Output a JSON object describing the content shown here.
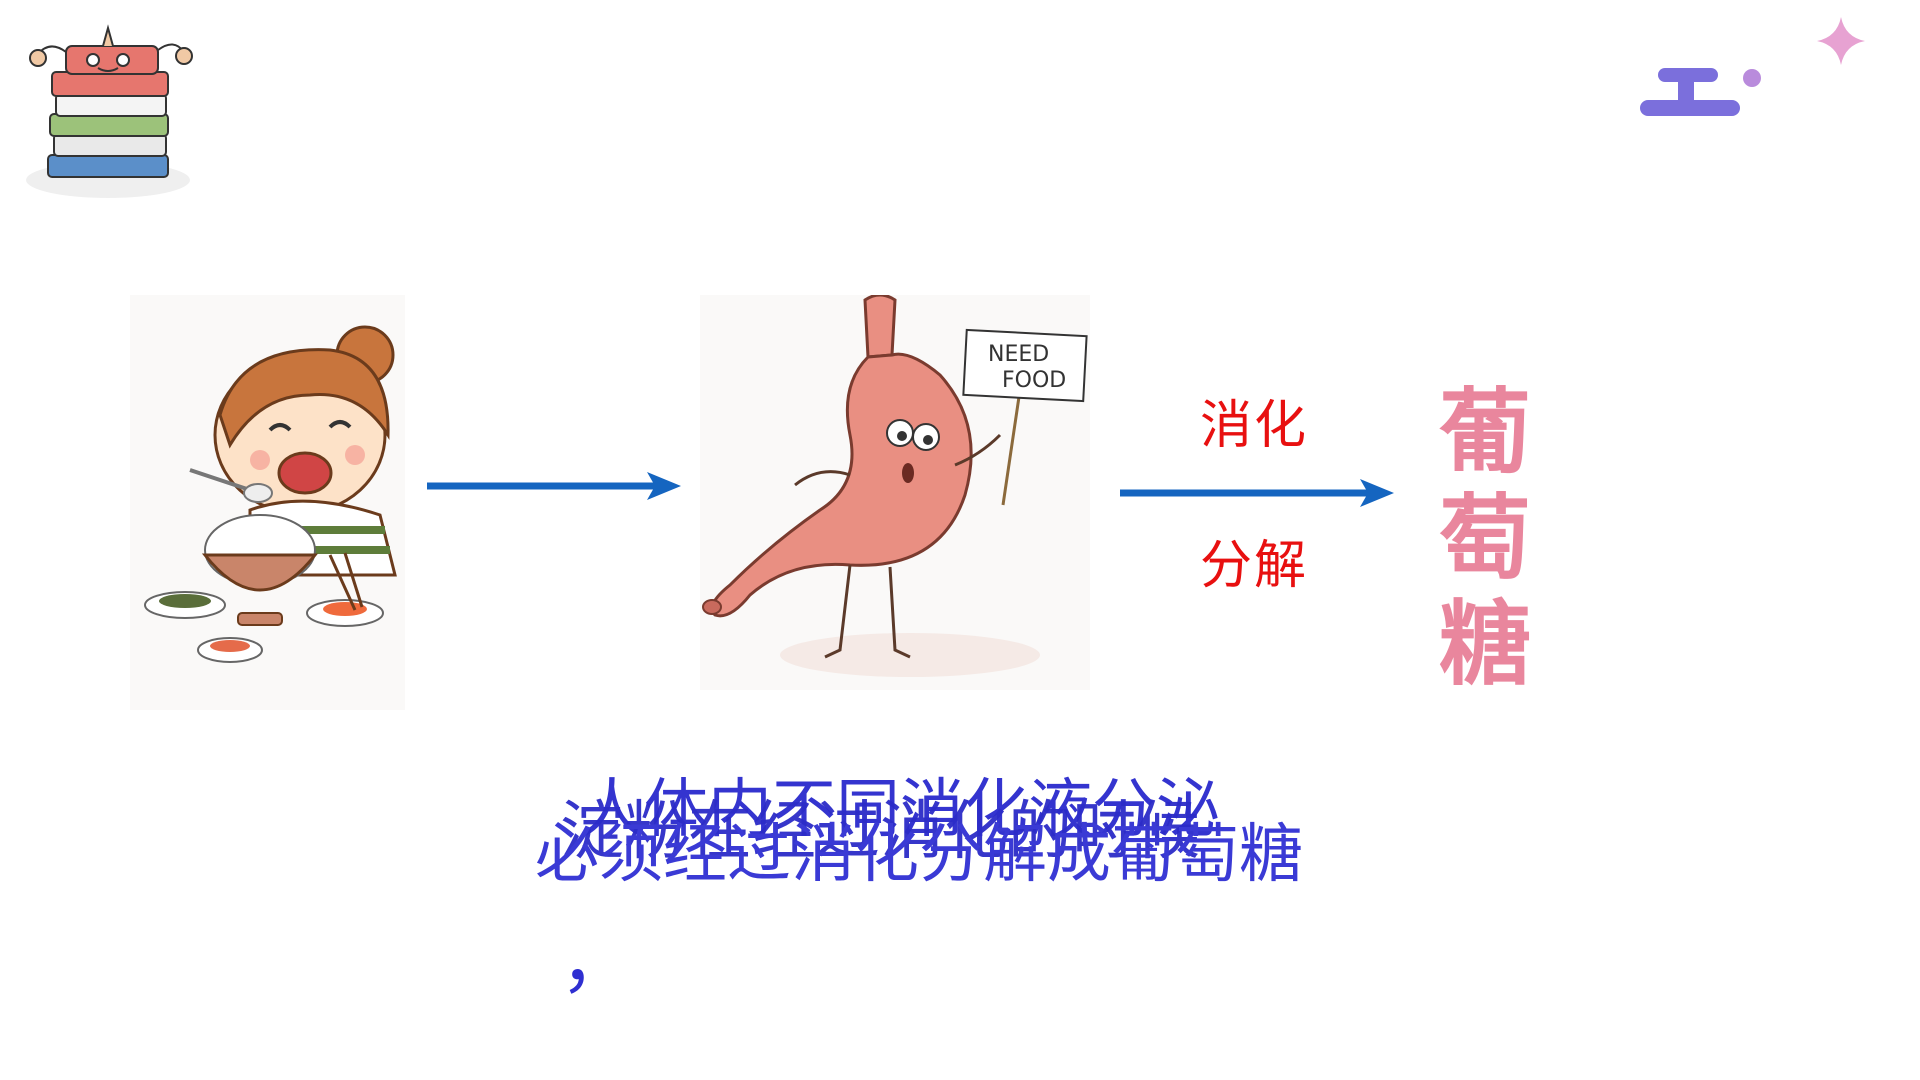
{
  "labels": {
    "digest": "消化",
    "decompose": "分解"
  },
  "glucose": [
    "葡",
    "萄",
    "糖"
  ],
  "captions": [
    "人体内不同消化液分泌",
    "淀粉在经过消化的时候",
    "必须经过消化分解成葡萄糖"
  ],
  "caption_comma": "，",
  "sign_text": [
    "NEED",
    "FOOD"
  ],
  "colors": {
    "arrow": "#1565c0",
    "label_red": "#e81010",
    "glucose_pink": "#e9869d",
    "caption_blue": "#2f2fd1",
    "deco_purple": "#7b6fdc",
    "deco_pink": "#e7a2d2"
  },
  "icons": {
    "top_left": "book-stack-cartoon-icon",
    "top_right_sparkle": "sparkle-icon",
    "top_right_dash": "decorative-dash-icon"
  }
}
